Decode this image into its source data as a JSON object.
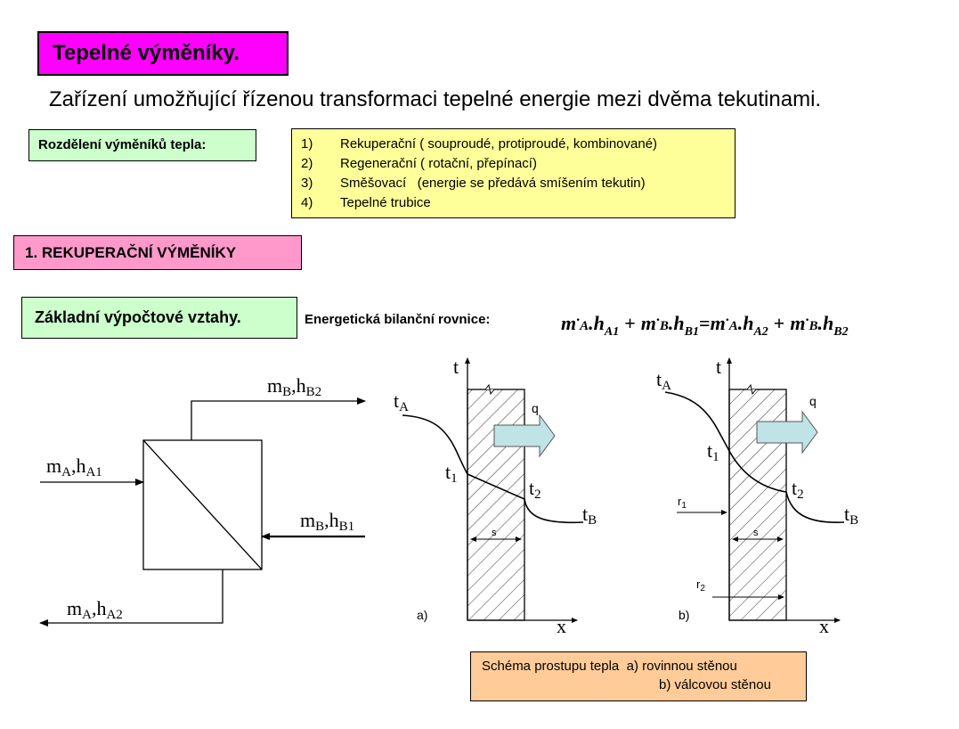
{
  "title": "Tepelné výměníky.",
  "subtitle": "Zařízení umožňující řízenou transformaci tepelné energie mezi dvěma tekutinami.",
  "division": {
    "label": "Rozdělení výměníků tepla:",
    "items": [
      {
        "num": "1)",
        "text": "Rekuperační ( souproudé, protiproudé, kombinované)"
      },
      {
        "num": "2)",
        "text": "Regenerační ( rotační, přepínací)"
      },
      {
        "num": "3)",
        "text": "Směšovací   (energie se předává smíšením tekutin)"
      },
      {
        "num": "4)",
        "text": "Tepelné trubice"
      }
    ]
  },
  "section": "1. REKUPERAČNÍ VÝMĚNÍKY",
  "basic_relations": "Základní výpočtové vztahy.",
  "energy_balance": {
    "label": "Energetická bilanční rovnice:",
    "m": "m",
    "dot": "·",
    "h": "h",
    "A": "A",
    "B": "B",
    "A1": "A1",
    "B1": "B1",
    "A2": "A2",
    "B2": "B2",
    "plus": "+",
    "equals": "=",
    "sep": "."
  },
  "exchanger": {
    "out_top": {
      "m": "m",
      "m_sub": "B",
      "sep": ",",
      "h": "h",
      "h_sub": "B2"
    },
    "in_left": {
      "m": "m",
      "m_sub": "A",
      "sep": ",",
      "h": "h",
      "h_sub": "A1"
    },
    "in_right": {
      "m": "m",
      "m_sub": "B",
      "sep": ",",
      "h": "h",
      "h_sub": "B1"
    },
    "out_bottom": {
      "m": "m",
      "m_sub": "A",
      "sep": ",",
      "h": "h",
      "h_sub": "A2"
    }
  },
  "plot_a": {
    "t_axis": "t",
    "x_axis": "x",
    "q": "q",
    "s": "s",
    "tag": "a)",
    "tA": "t",
    "tA_sub": "A",
    "t1": "t",
    "t1_sub": "1",
    "t2": "t",
    "t2_sub": "2",
    "tB": "t",
    "tB_sub": "B"
  },
  "plot_b": {
    "t_axis": "t",
    "x_axis": "x",
    "q": "q",
    "s": "s",
    "tag": "b)",
    "tA": "t",
    "tA_sub": "A",
    "t1": "t",
    "t1_sub": "1",
    "t2": "t",
    "t2_sub": "2",
    "tB": "t",
    "tB_sub": "B",
    "r1": "r",
    "r1_sub": "1",
    "r2": "r",
    "r2_sub": "2"
  },
  "caption": {
    "line1": "Schéma prostupu tepla  a) rovinnou stěnou",
    "line2": "b) válcovou stěnou"
  },
  "colors": {
    "title_bg": "#ff00ff",
    "green_box": "#ccffcc",
    "yellow_box": "#ffff99",
    "pink_box": "#ff99cc",
    "orange_box": "#ffcc99",
    "arrow_fill": "#bfe3e6"
  }
}
